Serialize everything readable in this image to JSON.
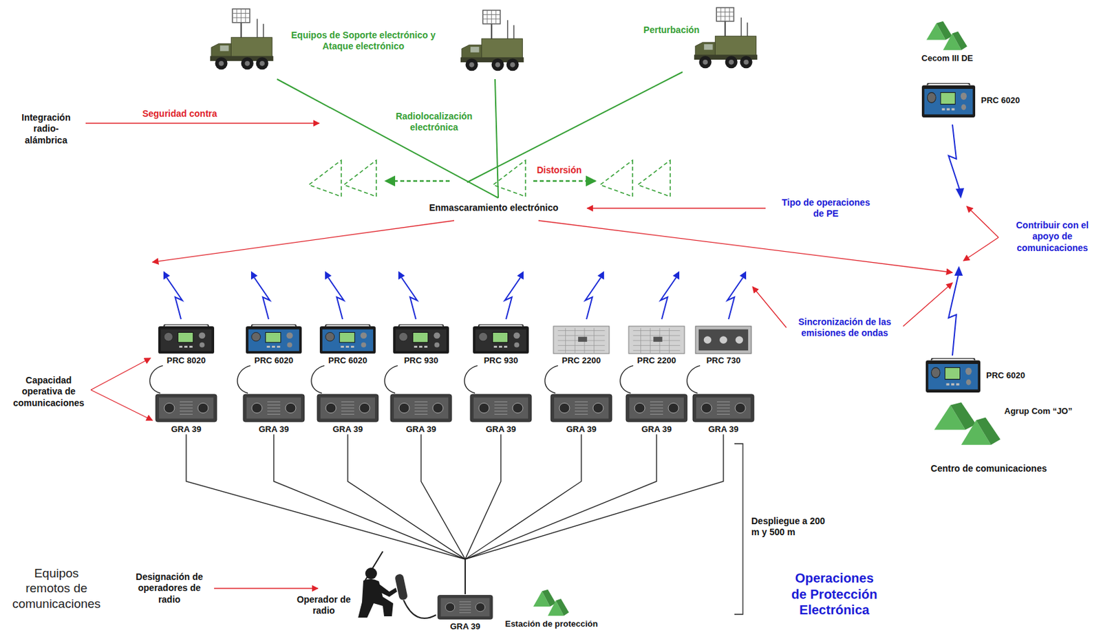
{
  "diagram": {
    "nodes": [
      {
        "text": [
          "Cecom III DE"
        ]
      },
      {
        "text": [
          "PRC 6020"
        ]
      },
      {
        "text": [
          "PRC 8020"
        ]
      },
      {
        "text": [
          "PRC 6020"
        ]
      },
      {
        "text": [
          "PRC 6020"
        ]
      },
      {
        "text": [
          "PRC 930"
        ]
      },
      {
        "text": [
          "PRC 930"
        ]
      },
      {
        "text": [
          "PRC 2200"
        ]
      },
      {
        "text": [
          "PRC 2200"
        ]
      },
      {
        "text": [
          "PRC 730"
        ]
      },
      {
        "text": [
          "GRA 39"
        ]
      },
      {
        "text": [
          "GRA 39"
        ]
      },
      {
        "text": [
          "GRA 39"
        ]
      },
      {
        "text": [
          "GRA 39"
        ]
      },
      {
        "text": [
          "GRA 39"
        ]
      },
      {
        "text": [
          "GRA 39"
        ]
      },
      {
        "text": [
          "GRA 39"
        ]
      },
      {
        "text": [
          "GRA 39"
        ]
      },
      {
        "text": [
          "PRC 6020"
        ]
      },
      {
        "text": [
          "Agrup Com “JO”"
        ]
      },
      {
        "text": [
          "GRA 39"
        ]
      },
      {
        "text": [
          "Estación de protección"
        ]
      }
    ],
    "edges": [
      {
        "from": 2,
        "to": 10,
        "arrow": "none"
      },
      {
        "from": 3,
        "to": 11,
        "arrow": "none"
      },
      {
        "from": 4,
        "to": 12,
        "arrow": "none"
      },
      {
        "from": 5,
        "to": 13,
        "arrow": "none"
      },
      {
        "from": 6,
        "to": 14,
        "arrow": "none"
      },
      {
        "from": 7,
        "to": 15,
        "arrow": "none"
      },
      {
        "from": 8,
        "to": 16,
        "arrow": "none"
      },
      {
        "from": 9,
        "to": 17,
        "arrow": "none"
      },
      {
        "from": 10,
        "to": 20,
        "arrow": "none"
      },
      {
        "from": 11,
        "to": 20,
        "arrow": "none"
      },
      {
        "from": 12,
        "to": 20,
        "arrow": "none"
      },
      {
        "from": 13,
        "to": 20,
        "arrow": "none"
      },
      {
        "from": 14,
        "to": 20,
        "arrow": "none"
      },
      {
        "from": 15,
        "to": 20,
        "arrow": "none"
      },
      {
        "from": 16,
        "to": 20,
        "arrow": "none"
      },
      {
        "from": 17,
        "to": 20,
        "arrow": "none"
      }
    ],
    "labels": [
      "Equipos de Soporte electrónico y Ataque electrónico",
      "Perturbación",
      "Integración radio-alámbrica",
      "Seguridad contra",
      "Radiolocalización electrónica",
      "Distorsión",
      "Enmascaramiento electrónico",
      "Tipo de operaciones de PE",
      "Contribuir con el apoyo de comunicaciones",
      "Sincronización de las emisiones de ondas",
      "Capacidad operativa de comunicaciones",
      "Centro de comunicaciones",
      "Despliegue a 200 m y 500 m",
      "Equipos remotos de comunicaciones",
      "Designación de operadores de radio",
      "Operador de radio",
      "Operaciones de Protección Electrónica"
    ]
  }
}
